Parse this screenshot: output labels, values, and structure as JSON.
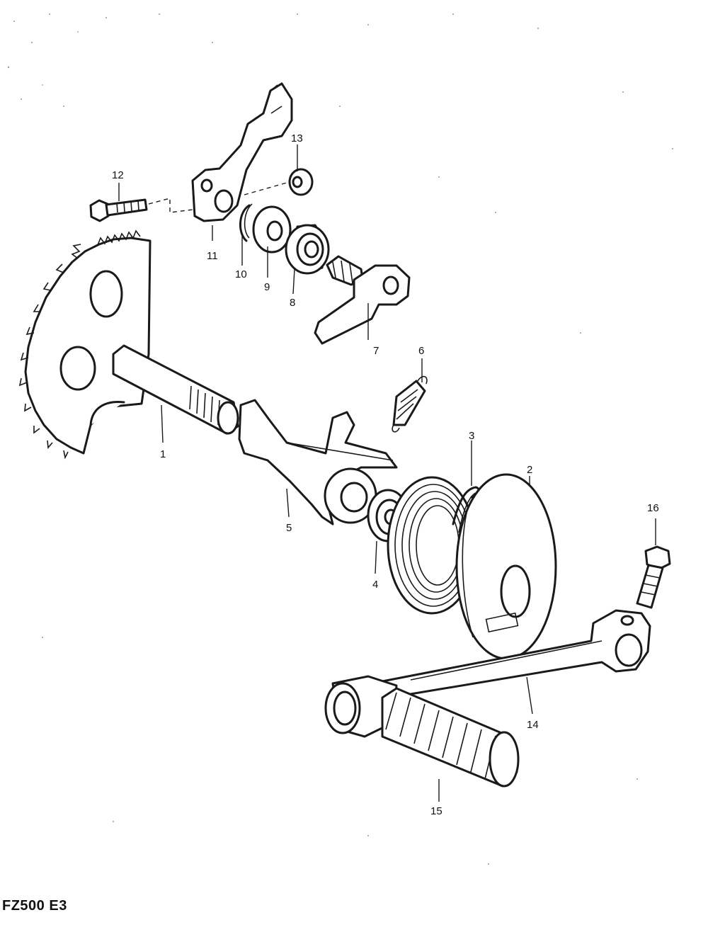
{
  "model_label": "FZ500 E3",
  "callouts": {
    "c1": "1",
    "c2": "2",
    "c3": "3",
    "c4": "4",
    "c5": "5",
    "c6": "6",
    "c7": "7",
    "c8": "8",
    "c9": "9",
    "c10": "10",
    "c11": "11",
    "c12": "12",
    "c13": "13",
    "c14": "14",
    "c15": "15",
    "c16": "16"
  }
}
